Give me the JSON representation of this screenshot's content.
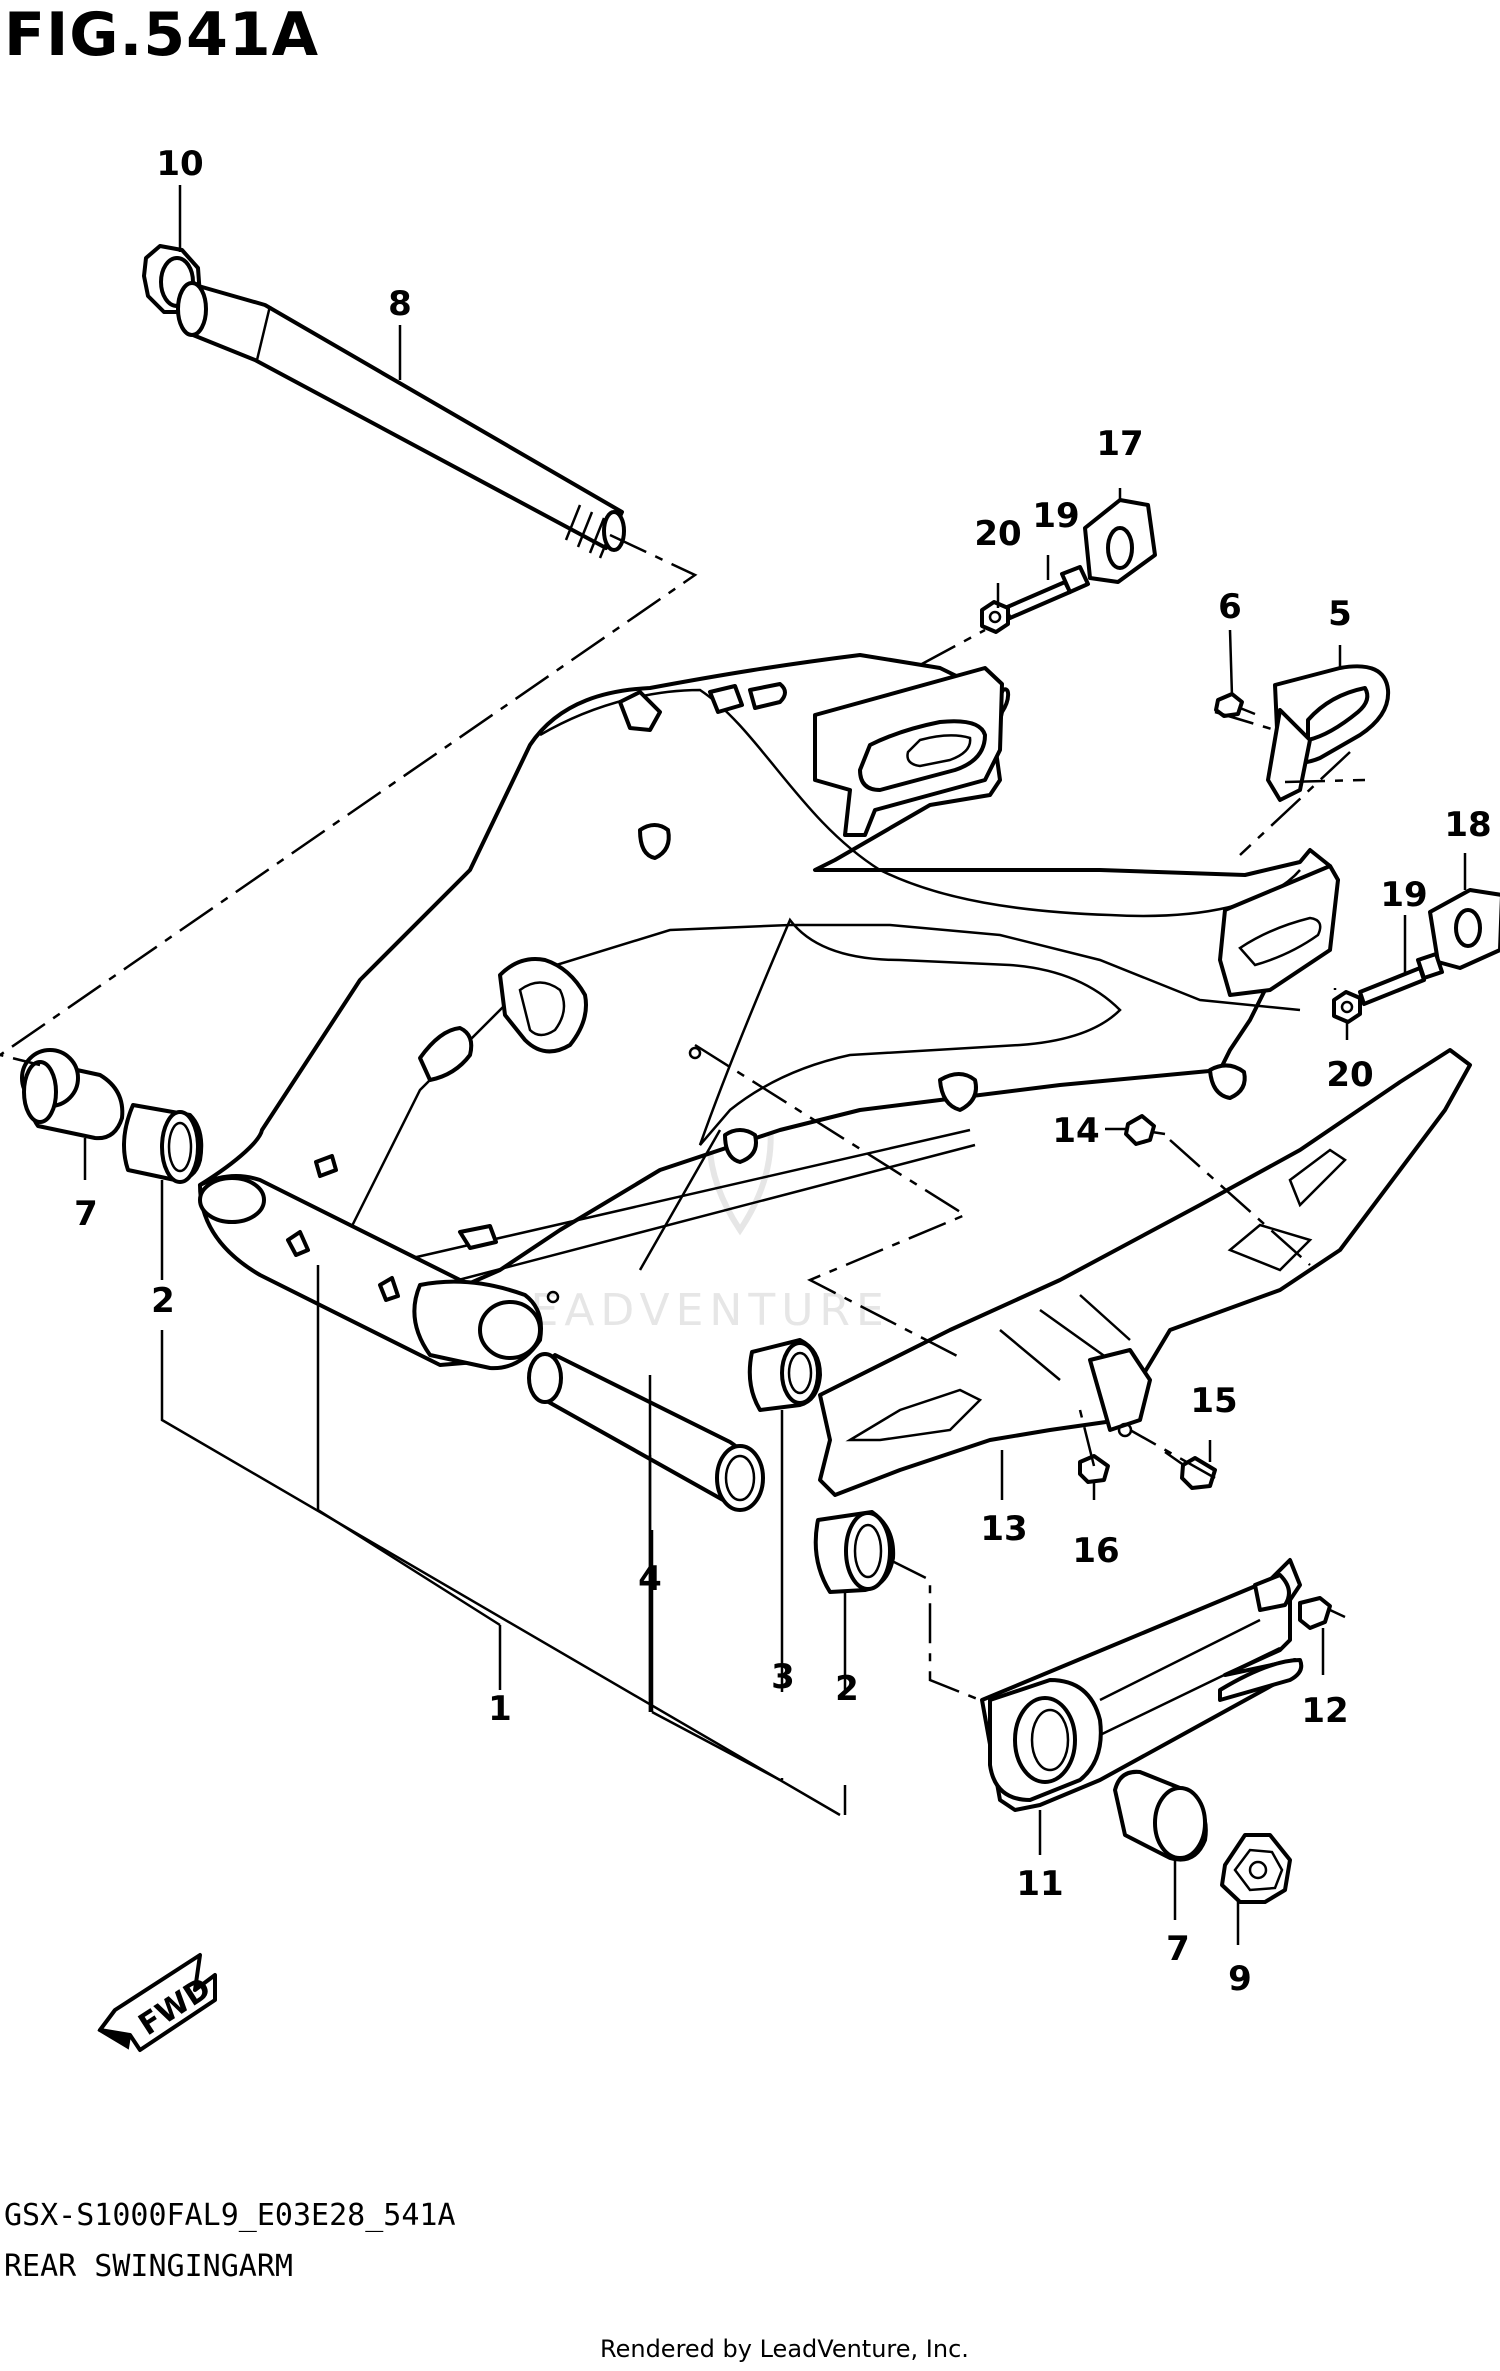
{
  "figure": {
    "title": "FIG.541A",
    "code": "GSX-S1000FAL9_E03E28_541A",
    "name": "REAR SWINGINGARM",
    "rendered_by": "Rendered by LeadVenture, Inc.",
    "watermark": "LEADVENTURE",
    "direction_label": "FWD"
  },
  "callouts": {
    "c1": "1",
    "c2a": "2",
    "c2b": "2",
    "c3": "3",
    "c4": "4",
    "c5": "5",
    "c6": "6",
    "c7a": "7",
    "c7b": "7",
    "c8": "8",
    "c9": "9",
    "c10": "10",
    "c11": "11",
    "c12": "12",
    "c13": "13",
    "c14": "14",
    "c15": "15",
    "c16": "16",
    "c17": "17",
    "c18": "18",
    "c19a": "19",
    "c19b": "19",
    "c20a": "20",
    "c20b": "20"
  }
}
